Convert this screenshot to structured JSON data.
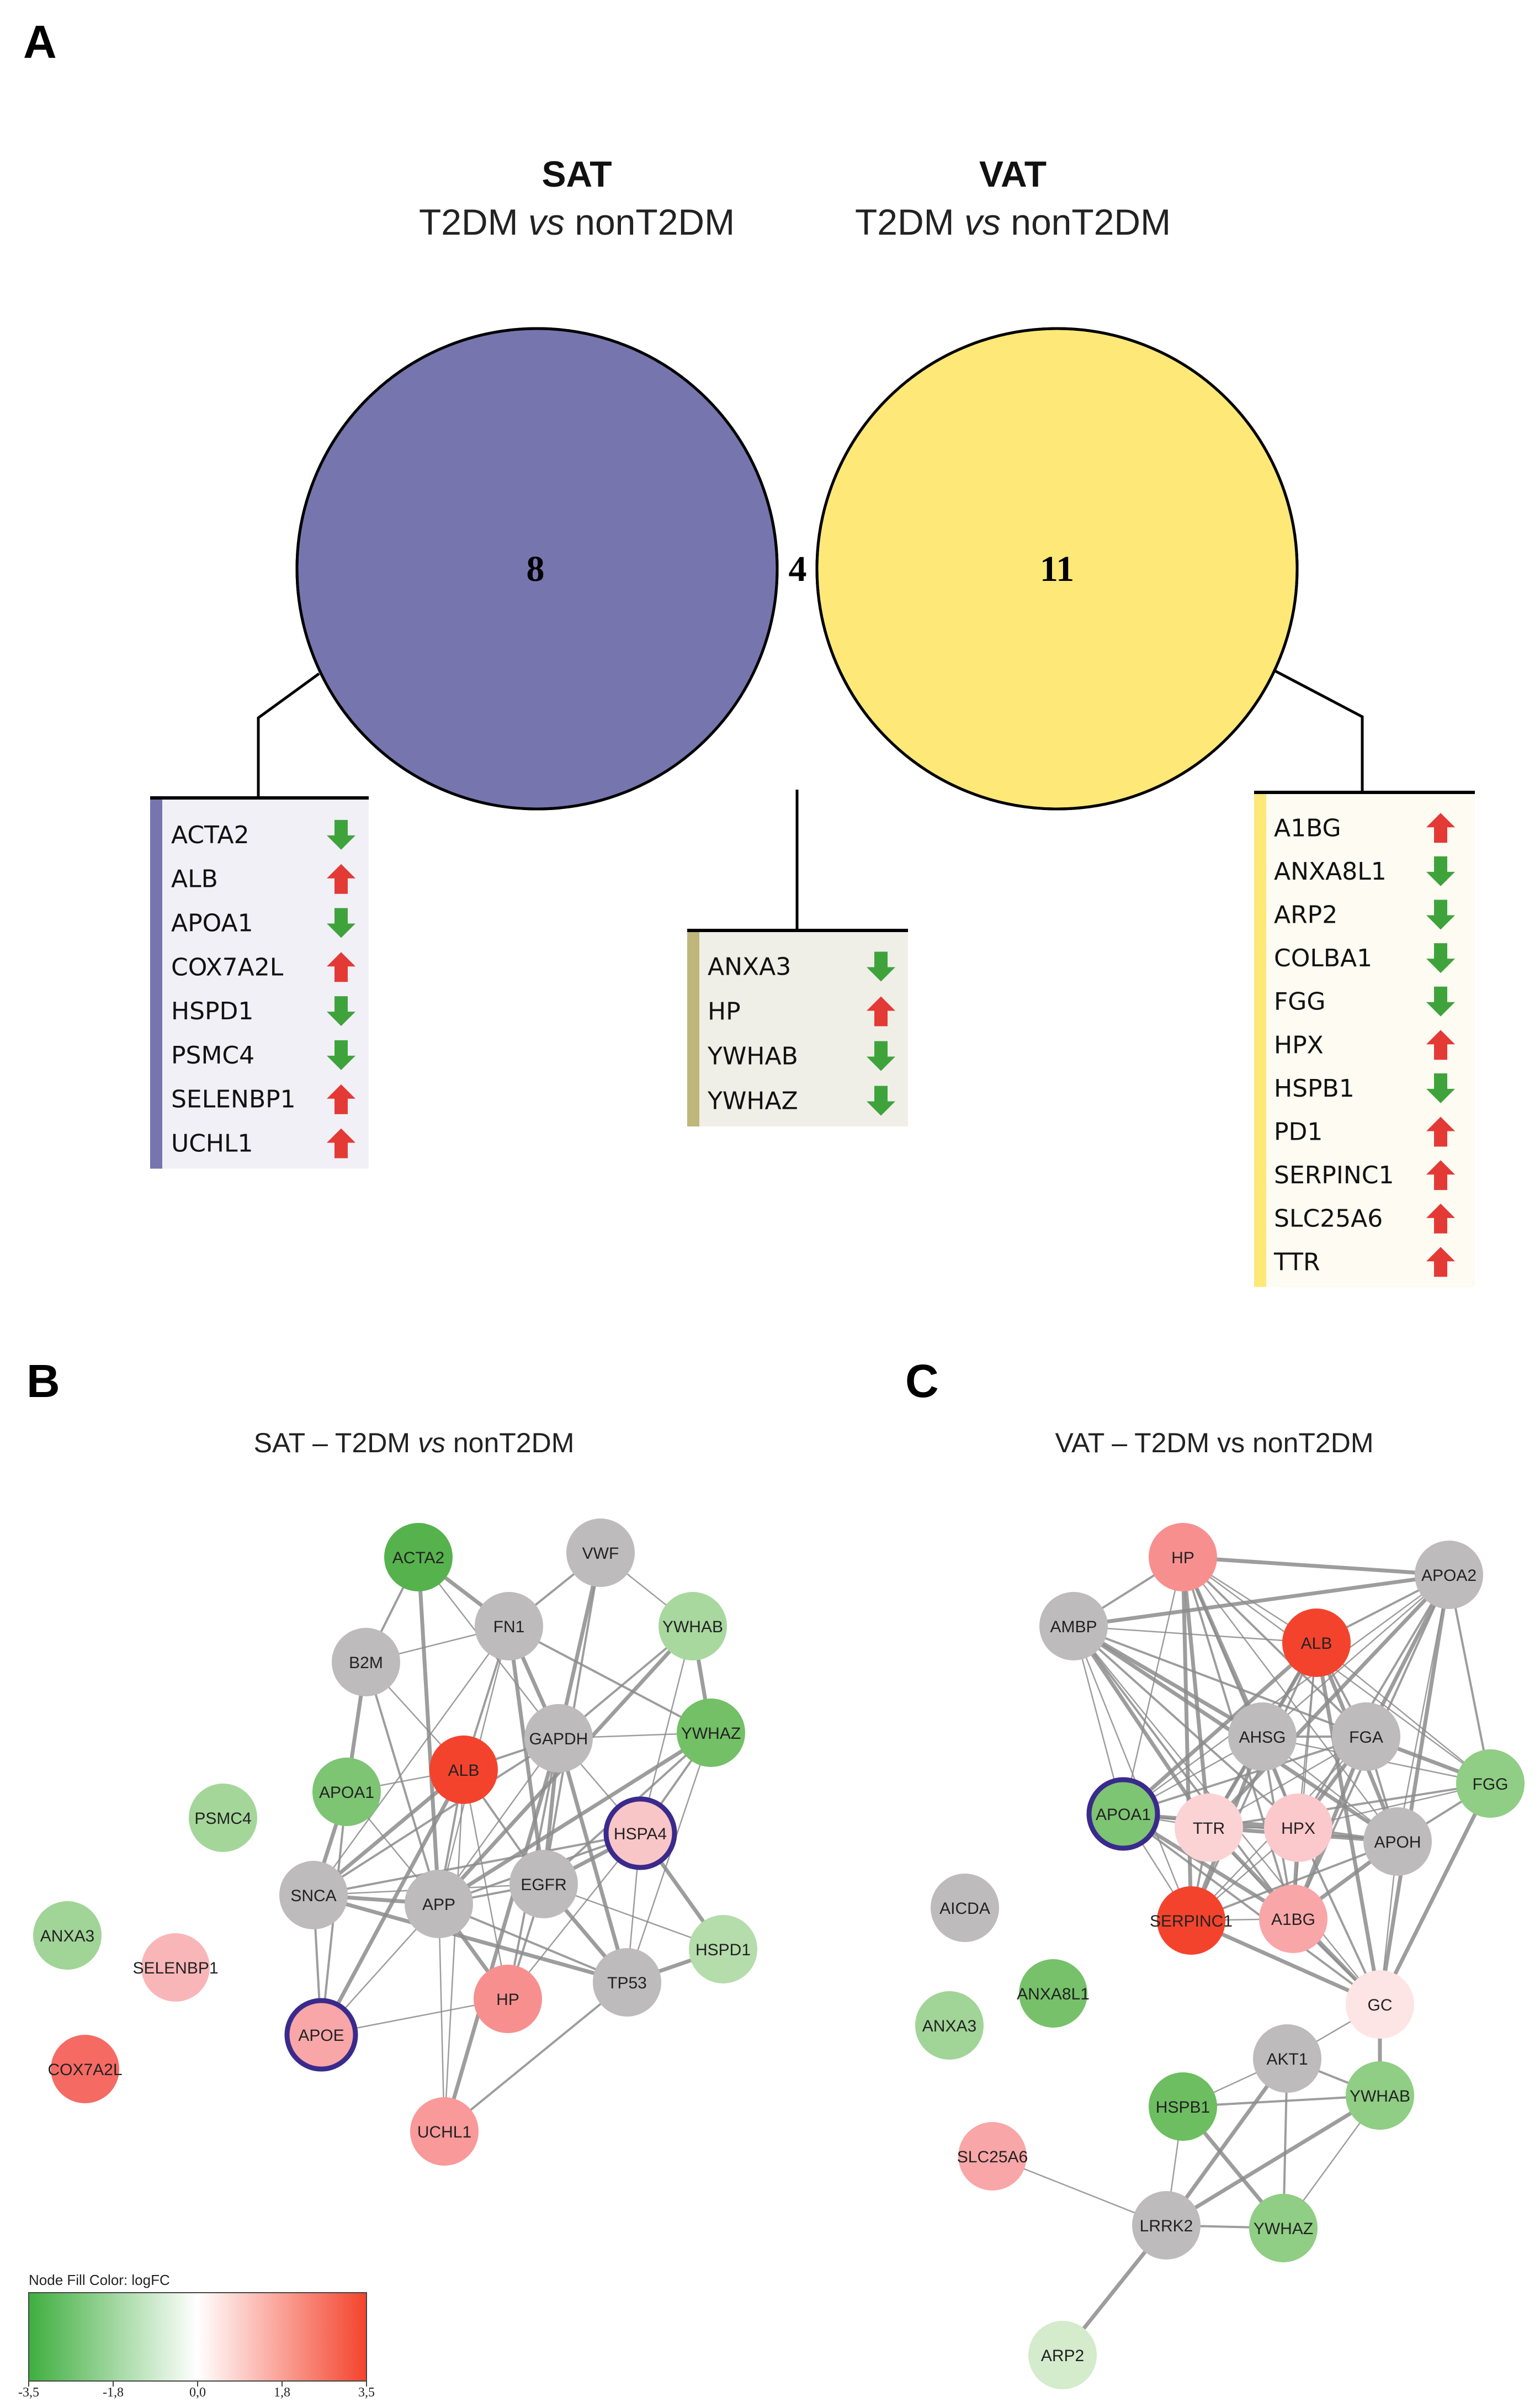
{
  "panels": {
    "a": "A",
    "b": "B",
    "c": "C"
  },
  "venn": {
    "sat": {
      "name": "SAT",
      "comparison_prefix": "T2DM ",
      "comparison_vs": "vs",
      "comparison_suffix": " nonT2DM",
      "count": "8",
      "color": "#7775ae"
    },
    "vat": {
      "name": "VAT",
      "comparison_prefix": "T2DM ",
      "comparison_vs": "vs",
      "comparison_suffix": " nonT2DM",
      "count": "11",
      "color": "#fde878"
    },
    "overlap": {
      "count": "4",
      "color": "#bfb679"
    }
  },
  "gene_lists": {
    "sat": {
      "bar_color": "#7775ae",
      "bg_color": "#f1f0f7",
      "items": [
        {
          "gene": "ACTA2",
          "dir": "down"
        },
        {
          "gene": "ALB",
          "dir": "up"
        },
        {
          "gene": "APOA1",
          "dir": "down"
        },
        {
          "gene": "COX7A2L",
          "dir": "up"
        },
        {
          "gene": "HSPD1",
          "dir": "down"
        },
        {
          "gene": "PSMC4",
          "dir": "down"
        },
        {
          "gene": "SELENBP1",
          "dir": "up"
        },
        {
          "gene": "UCHL1",
          "dir": "up"
        }
      ]
    },
    "shared": {
      "bar_color": "#bfb679",
      "bg_color": "#efefe7",
      "items": [
        {
          "gene": "ANXA3",
          "dir": "down"
        },
        {
          "gene": "HP",
          "dir": "up"
        },
        {
          "gene": "YWHAB",
          "dir": "down"
        },
        {
          "gene": "YWHAZ",
          "dir": "down"
        }
      ]
    },
    "vat": {
      "bar_color": "#fde878",
      "bg_color": "#fdfbf2",
      "items": [
        {
          "gene": "A1BG",
          "dir": "up"
        },
        {
          "gene": "ANXA8L1",
          "dir": "down"
        },
        {
          "gene": "ARP2",
          "dir": "down"
        },
        {
          "gene": "COLBA1",
          "dir": "down"
        },
        {
          "gene": "FGG",
          "dir": "down"
        },
        {
          "gene": "HPX",
          "dir": "up"
        },
        {
          "gene": "HSPB1",
          "dir": "down"
        },
        {
          "gene": "PD1",
          "dir": "up"
        },
        {
          "gene": "SERPINC1",
          "dir": "up"
        },
        {
          "gene": "SLC25A6",
          "dir": "up"
        },
        {
          "gene": "TTR",
          "dir": "up"
        }
      ]
    }
  },
  "colors": {
    "up_arrow": "#e33a36",
    "down_arrow": "#3fa33c",
    "node_gray": "#bdbbbb",
    "highlight_ring": "#3a2a8c",
    "edge": "#8c8c8c"
  },
  "network_sat": {
    "title_prefix": "SAT – T2DM ",
    "title_vs": "vs",
    "title_suffix": " nonT2DM",
    "nodes": [
      {
        "id": "ACTA2",
        "fill": "#56b24c"
      },
      {
        "id": "VWF",
        "fill": "#bdbbbb"
      },
      {
        "id": "FN1",
        "fill": "#bdbbbb"
      },
      {
        "id": "YWHAB",
        "fill": "#a8d89e"
      },
      {
        "id": "B2M",
        "fill": "#bdbbbb"
      },
      {
        "id": "GAPDH",
        "fill": "#bdbbbb"
      },
      {
        "id": "YWHAZ",
        "fill": "#73c066"
      },
      {
        "id": "ALB",
        "fill": "#f4432d"
      },
      {
        "id": "APOA1",
        "fill": "#7dc473"
      },
      {
        "id": "PSMC4",
        "fill": "#a4d69a"
      },
      {
        "id": "HSPA4",
        "fill": "#f9c6c7",
        "highlight": true
      },
      {
        "id": "SNCA",
        "fill": "#bdbbbb"
      },
      {
        "id": "APP",
        "fill": "#bdbbbb"
      },
      {
        "id": "EGFR",
        "fill": "#bdbbbb"
      },
      {
        "id": "ANXA3",
        "fill": "#a1d497"
      },
      {
        "id": "SELENBP1",
        "fill": "#f9b6b8"
      },
      {
        "id": "HSPD1",
        "fill": "#b5dcab"
      },
      {
        "id": "HP",
        "fill": "#f88f8f"
      },
      {
        "id": "TP53",
        "fill": "#bdbbbb"
      },
      {
        "id": "COX7A2L",
        "fill": "#f66a64"
      },
      {
        "id": "APOE",
        "fill": "#f9a6a8",
        "highlight": true
      },
      {
        "id": "UCHL1",
        "fill": "#f9999a"
      }
    ],
    "edges": [
      [
        "ACTA2",
        "FN1"
      ],
      [
        "ACTA2",
        "B2M"
      ],
      [
        "ACTA2",
        "GAPDH"
      ],
      [
        "ACTA2",
        "APP"
      ],
      [
        "VWF",
        "FN1"
      ],
      [
        "VWF",
        "YWHAB"
      ],
      [
        "VWF",
        "GAPDH"
      ],
      [
        "VWF",
        "EGFR"
      ],
      [
        "FN1",
        "B2M"
      ],
      [
        "FN1",
        "GAPDH"
      ],
      [
        "FN1",
        "ALB"
      ],
      [
        "FN1",
        "APP"
      ],
      [
        "FN1",
        "EGFR"
      ],
      [
        "FN1",
        "YWHAZ"
      ],
      [
        "FN1",
        "SNCA"
      ],
      [
        "YWHAB",
        "YWHAZ"
      ],
      [
        "YWHAB",
        "GAPDH"
      ],
      [
        "YWHAB",
        "HSPA4"
      ],
      [
        "YWHAB",
        "APP"
      ],
      [
        "B2M",
        "APP"
      ],
      [
        "B2M",
        "ALB"
      ],
      [
        "B2M",
        "APOA1"
      ],
      [
        "GAPDH",
        "ALB"
      ],
      [
        "GAPDH",
        "APP"
      ],
      [
        "GAPDH",
        "EGFR"
      ],
      [
        "GAPDH",
        "SNCA"
      ],
      [
        "GAPDH",
        "HSPA4"
      ],
      [
        "GAPDH",
        "TP53"
      ],
      [
        "GAPDH",
        "HP"
      ],
      [
        "GAPDH",
        "YWHAZ"
      ],
      [
        "GAPDH",
        "UCHL1"
      ],
      [
        "YWHAZ",
        "HSPA4"
      ],
      [
        "YWHAZ",
        "TP53"
      ],
      [
        "YWHAZ",
        "APP"
      ],
      [
        "YWHAZ",
        "EGFR"
      ],
      [
        "ALB",
        "APOA1"
      ],
      [
        "ALB",
        "SNCA"
      ],
      [
        "ALB",
        "APP"
      ],
      [
        "ALB",
        "HP"
      ],
      [
        "ALB",
        "APOE"
      ],
      [
        "ALB",
        "EGFR"
      ],
      [
        "ALB",
        "UCHL1"
      ],
      [
        "APOA1",
        "SNCA"
      ],
      [
        "APOA1",
        "APOE"
      ],
      [
        "APOA1",
        "APP"
      ],
      [
        "HSPA4",
        "EGFR"
      ],
      [
        "HSPA4",
        "APP"
      ],
      [
        "HSPA4",
        "TP53"
      ],
      [
        "HSPA4",
        "HSPD1"
      ],
      [
        "HSPA4",
        "SNCA"
      ],
      [
        "HSPA4",
        "HP"
      ],
      [
        "SNCA",
        "APP"
      ],
      [
        "SNCA",
        "APOE"
      ],
      [
        "SNCA",
        "EGFR"
      ],
      [
        "SNCA",
        "TP53"
      ],
      [
        "APP",
        "EGFR"
      ],
      [
        "APP",
        "APOE"
      ],
      [
        "APP",
        "HP"
      ],
      [
        "APP",
        "TP53"
      ],
      [
        "APP",
        "UCHL1"
      ],
      [
        "EGFR",
        "TP53"
      ],
      [
        "EGFR",
        "HP"
      ],
      [
        "EGFR",
        "HSPD1"
      ],
      [
        "TP53",
        "HSPD1"
      ],
      [
        "TP53",
        "UCHL1"
      ],
      [
        "HP",
        "APOE"
      ]
    ]
  },
  "network_vat": {
    "title_prefix": "VAT – T2DM ",
    "title_vs": "vs",
    "title_suffix": " nonT2DM",
    "nodes": [
      {
        "id": "HP",
        "fill": "#f88f8f"
      },
      {
        "id": "APOA2",
        "fill": "#bdbbbb"
      },
      {
        "id": "AMBP",
        "fill": "#bdbbbb"
      },
      {
        "id": "ALB",
        "fill": "#f4432d"
      },
      {
        "id": "AHSG",
        "fill": "#bdbbbb"
      },
      {
        "id": "FGA",
        "fill": "#bdbbbb"
      },
      {
        "id": "FGG",
        "fill": "#8fce84"
      },
      {
        "id": "APOA1",
        "fill": "#7dc473",
        "highlight": true
      },
      {
        "id": "TTR",
        "fill": "#fbd3d4"
      },
      {
        "id": "HPX",
        "fill": "#fbc8cb"
      },
      {
        "id": "APOH",
        "fill": "#bdbbbb"
      },
      {
        "id": "AICDA",
        "fill": "#bdbbbb"
      },
      {
        "id": "SERPINC1",
        "fill": "#f4432d"
      },
      {
        "id": "A1BG",
        "fill": "#f9a6a8"
      },
      {
        "id": "ANXA8L1",
        "fill": "#76c16a"
      },
      {
        "id": "GC",
        "fill": "#fde4e5"
      },
      {
        "id": "ANXA3",
        "fill": "#a1d497"
      },
      {
        "id": "AKT1",
        "fill": "#bdbbbb"
      },
      {
        "id": "YWHAB",
        "fill": "#8fce84"
      },
      {
        "id": "HSPB1",
        "fill": "#6dbd61"
      },
      {
        "id": "SLC25A6",
        "fill": "#f9a6a8"
      },
      {
        "id": "LRRK2",
        "fill": "#bdbbbb"
      },
      {
        "id": "YWHAZ",
        "fill": "#8fce84"
      },
      {
        "id": "ARP2",
        "fill": "#d4ebcc"
      }
    ],
    "edges": [
      [
        "HP",
        "APOA2"
      ],
      [
        "HP",
        "AMBP"
      ],
      [
        "HP",
        "ALB"
      ],
      [
        "HP",
        "AHSG"
      ],
      [
        "HP",
        "FGA"
      ],
      [
        "HP",
        "APOA1"
      ],
      [
        "HP",
        "TTR"
      ],
      [
        "HP",
        "HPX"
      ],
      [
        "HP",
        "APOH"
      ],
      [
        "HP",
        "SERPINC1"
      ],
      [
        "HP",
        "A1BG"
      ],
      [
        "HP",
        "FGG"
      ],
      [
        "APOA2",
        "AMBP"
      ],
      [
        "APOA2",
        "ALB"
      ],
      [
        "APOA2",
        "AHSG"
      ],
      [
        "APOA2",
        "FGA"
      ],
      [
        "APOA2",
        "FGG"
      ],
      [
        "APOA2",
        "APOA1"
      ],
      [
        "APOA2",
        "TTR"
      ],
      [
        "APOA2",
        "HPX"
      ],
      [
        "APOA2",
        "APOH"
      ],
      [
        "APOA2",
        "GC"
      ],
      [
        "APOA2",
        "A1BG"
      ],
      [
        "AMBP",
        "ALB"
      ],
      [
        "AMBP",
        "AHSG"
      ],
      [
        "AMBP",
        "FGA"
      ],
      [
        "AMBP",
        "APOA1"
      ],
      [
        "AMBP",
        "TTR"
      ],
      [
        "AMBP",
        "HPX"
      ],
      [
        "AMBP",
        "SERPINC1"
      ],
      [
        "AMBP",
        "APOH"
      ],
      [
        "AMBP",
        "A1BG"
      ],
      [
        "AMBP",
        "GC"
      ],
      [
        "ALB",
        "AHSG"
      ],
      [
        "ALB",
        "FGA"
      ],
      [
        "ALB",
        "FGG"
      ],
      [
        "ALB",
        "APOA1"
      ],
      [
        "ALB",
        "TTR"
      ],
      [
        "ALB",
        "HPX"
      ],
      [
        "ALB",
        "APOH"
      ],
      [
        "ALB",
        "SERPINC1"
      ],
      [
        "ALB",
        "A1BG"
      ],
      [
        "ALB",
        "GC"
      ],
      [
        "AHSG",
        "FGA"
      ],
      [
        "AHSG",
        "APOA1"
      ],
      [
        "AHSG",
        "TTR"
      ],
      [
        "AHSG",
        "HPX"
      ],
      [
        "AHSG",
        "APOH"
      ],
      [
        "AHSG",
        "SERPINC1"
      ],
      [
        "AHSG",
        "A1BG"
      ],
      [
        "AHSG",
        "FGG"
      ],
      [
        "FGA",
        "FGG"
      ],
      [
        "FGA",
        "APOA1"
      ],
      [
        "FGA",
        "TTR"
      ],
      [
        "FGA",
        "HPX"
      ],
      [
        "FGA",
        "APOH"
      ],
      [
        "FGA",
        "SERPINC1"
      ],
      [
        "FGA",
        "A1BG"
      ],
      [
        "FGG",
        "APOH"
      ],
      [
        "FGG",
        "HPX"
      ],
      [
        "FGG",
        "GC"
      ],
      [
        "FGG",
        "TTR"
      ],
      [
        "APOA1",
        "TTR"
      ],
      [
        "APOA1",
        "HPX"
      ],
      [
        "APOA1",
        "APOH"
      ],
      [
        "APOA1",
        "SERPINC1"
      ],
      [
        "APOA1",
        "A1BG"
      ],
      [
        "APOA1",
        "GC"
      ],
      [
        "TTR",
        "HPX"
      ],
      [
        "TTR",
        "APOH"
      ],
      [
        "TTR",
        "SERPINC1"
      ],
      [
        "TTR",
        "A1BG"
      ],
      [
        "TTR",
        "GC"
      ],
      [
        "HPX",
        "APOH"
      ],
      [
        "HPX",
        "SERPINC1"
      ],
      [
        "HPX",
        "A1BG"
      ],
      [
        "HPX",
        "GC"
      ],
      [
        "APOH",
        "GC"
      ],
      [
        "APOH",
        "A1BG"
      ],
      [
        "APOH",
        "SERPINC1"
      ],
      [
        "SERPINC1",
        "A1BG"
      ],
      [
        "SERPINC1",
        "GC"
      ],
      [
        "A1BG",
        "GC"
      ],
      [
        "GC",
        "AKT1"
      ],
      [
        "GC",
        "YWHAB"
      ],
      [
        "AKT1",
        "YWHAB"
      ],
      [
        "AKT1",
        "HSPB1"
      ],
      [
        "AKT1",
        "LRRK2"
      ],
      [
        "AKT1",
        "YWHAZ"
      ],
      [
        "YWHAB",
        "YWHAZ"
      ],
      [
        "YWHAB",
        "LRRK2"
      ],
      [
        "YWHAB",
        "HSPB1"
      ],
      [
        "HSPB1",
        "LRRK2"
      ],
      [
        "HSPB1",
        "YWHAZ"
      ],
      [
        "LRRK2",
        "YWHAZ"
      ],
      [
        "LRRK2",
        "SLC25A6"
      ],
      [
        "LRRK2",
        "ARP2"
      ]
    ]
  },
  "legend": {
    "title": "Node Fill Color:  logFC",
    "ticks": [
      "-3,5",
      "-1,8",
      "0,0",
      "1,8",
      "3,5"
    ],
    "color_low": "#3fae3f",
    "color_mid": "#ffffff",
    "color_high": "#f4432d"
  }
}
